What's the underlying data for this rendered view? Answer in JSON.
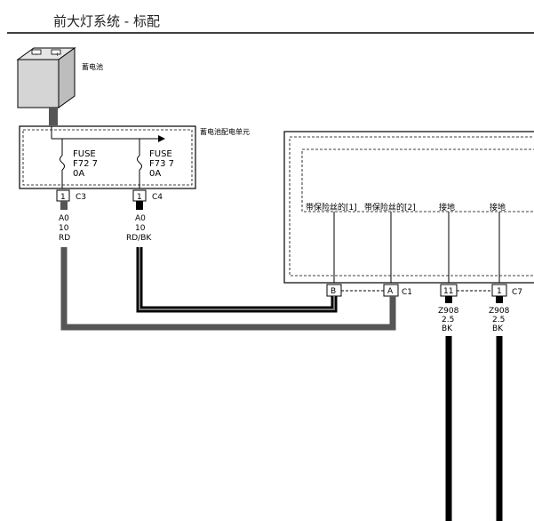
{
  "page_title": "前大灯系统 - 标配",
  "battery": {
    "label": "蓄电池"
  },
  "distribution_unit": {
    "label": "蓄电池配电单元",
    "fuses": [
      {
        "name": "FUSE",
        "id": "F72 7",
        "rating": "0A"
      },
      {
        "name": "FUSE",
        "id": "F73 7",
        "rating": "0A"
      }
    ],
    "connectors": [
      {
        "pin": "1",
        "name": "C3",
        "circuit": "A0",
        "gauge": "10",
        "color": "RD"
      },
      {
        "pin": "1",
        "name": "C4",
        "circuit": "A0",
        "gauge": "10",
        "color": "RD/BK"
      }
    ]
  },
  "module": {
    "pins": [
      {
        "label": "带保险丝的[1]"
      },
      {
        "label": "带保险丝的[2]"
      },
      {
        "label": "接地"
      },
      {
        "label": "接地"
      }
    ],
    "connectors": [
      {
        "pin": "B",
        "name": ""
      },
      {
        "pin": "A",
        "name": "C1"
      },
      {
        "pin": "11",
        "name": "",
        "circuit": "Z908",
        "gauge": "2.5",
        "color": "BK"
      },
      {
        "pin": "1",
        "name": "C7",
        "circuit": "Z908",
        "gauge": "2.5",
        "color": "BK"
      }
    ]
  },
  "colors": {
    "wire_red": "#555555",
    "wire_black": "#000000",
    "line": "#000000"
  }
}
